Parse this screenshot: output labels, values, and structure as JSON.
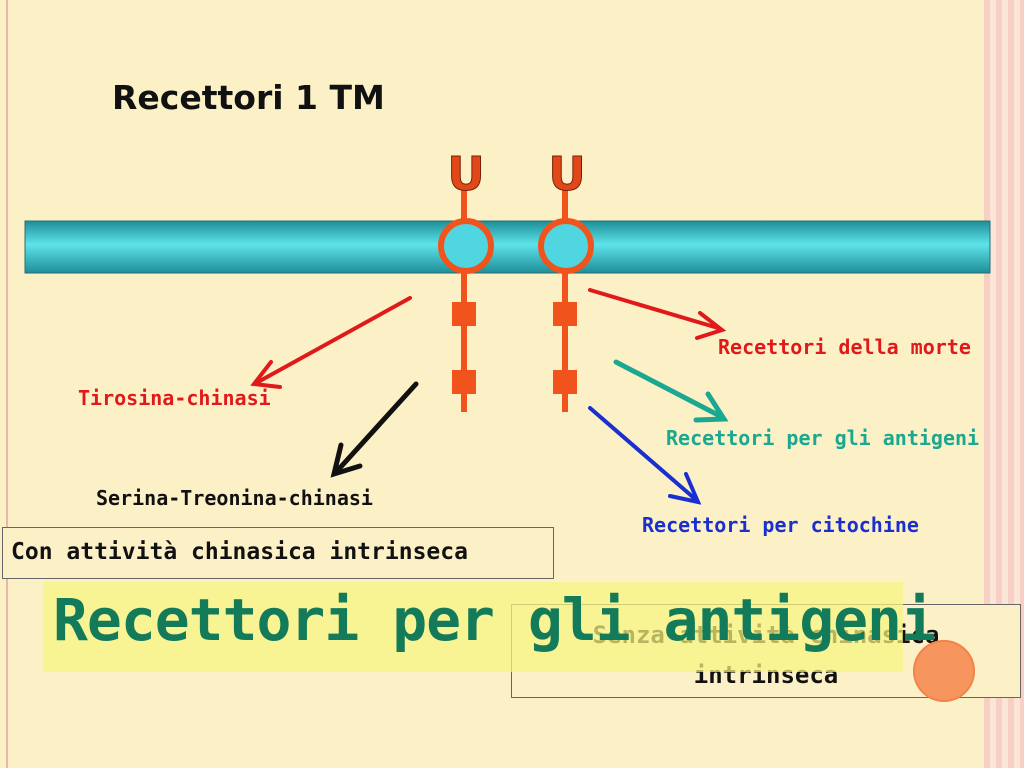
{
  "slide": {
    "title": "Recettori 1 TM",
    "receptor_cap_glyph": "U",
    "labels": {
      "tyrosine_kinase": "Tirosina-chinasi",
      "serine_threonine_kinase": "Serina-Treonina-chinasi",
      "death_receptors": "Recettori della morte",
      "antigen_receptors": "Recettori per gli antigeni",
      "cytokine_receptors": "Recettori per citochine"
    },
    "box_left": "Con attività chinasica intrinseca",
    "box_right": "Senza attività chinasica intrinseca",
    "overlay_banner": "Recettori per gli antigeni"
  },
  "colors": {
    "background": "#fcf0c6",
    "membrane": "#4fd6e0",
    "receptor": "#f0541c",
    "red": "#e01a1a",
    "black": "#111111",
    "teal": "#1ba890",
    "blue": "#1a2fd0",
    "banner_text": "#137a5a",
    "banner_fill": "#f8f580"
  },
  "icons": {
    "arrows": [
      "arrow-left-red",
      "arrow-left-black",
      "arrow-right-red",
      "arrow-right-teal",
      "arrow-right-blue"
    ],
    "decoration": "orange-circle"
  }
}
